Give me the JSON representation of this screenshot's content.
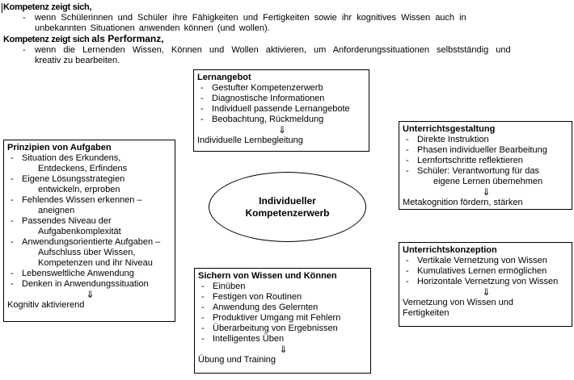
{
  "page": {
    "background_color": "#ffffff",
    "text_color": "#000000",
    "border_color": "#000000"
  },
  "bullet_glyph": "-",
  "arrow_glyph": "⇓",
  "intro": {
    "heading1": "Kompetenz zeigt sich,",
    "bullet1_line1": "wenn Schülerinnen und Schüler ihre Fähigkeiten und Fertigkeiten sowie ihr kognitives Wissen auch in",
    "bullet1_line2": "unbekannten Situationen anwenden können (und wollen).",
    "heading2_prefix": "Kompetenz zeigt sich ",
    "heading2_emph": "als Performanz,",
    "bullet2_line1": "wenn die Lernenden Wissen, Können und Wollen aktivieren, um Anforderungssituationen selbstständig und",
    "bullet2_line2": "kreativ zu bearbeiten."
  },
  "center": {
    "line1": "Individueller",
    "line2": "Kompetenzerwerb"
  },
  "boxes": [
    {
      "id": "lernangebot",
      "title": "Lernangebot",
      "items": [
        {
          "lines": [
            "Gestufter Kompetenzerwerb"
          ]
        },
        {
          "lines": [
            "Diagnostische Informationen"
          ]
        },
        {
          "lines": [
            "Individuell passende Lernangebote"
          ]
        },
        {
          "lines": [
            "Beobachtung, Rückmeldung"
          ]
        }
      ],
      "arrow": "⇓",
      "footer_lines": [
        "Individuelle Lernbegleitung"
      ]
    },
    {
      "id": "prinzipien",
      "title": "Prinzipien von Aufgaben",
      "items": [
        {
          "lines": [
            "Situation des Erkundens,",
            "Entdeckens, Erfindens"
          ]
        },
        {
          "lines": [
            "Eigene Lösungsstrategien",
            "entwickeln, erproben"
          ]
        },
        {
          "lines": [
            "Fehlendes Wissen erkennen –",
            "aneignen"
          ]
        },
        {
          "lines": [
            "Passendes Niveau der",
            "Aufgabenkomplexität"
          ]
        },
        {
          "lines": [
            "Anwendungsorientierte Aufgaben –",
            "Aufschluss über Wissen,",
            "Kompetenzen und ihr Niveau"
          ]
        },
        {
          "lines": [
            "Lebensweltliche Anwendung"
          ]
        },
        {
          "lines": [
            "Denken in Anwendungssituation"
          ]
        }
      ],
      "arrow": "⇓",
      "footer_lines": [
        "Kognitiv aktivierend"
      ]
    },
    {
      "id": "gestaltung",
      "title": "Unterrichtsgestaltung",
      "items": [
        {
          "lines": [
            "Direkte Instruktion"
          ]
        },
        {
          "lines": [
            "Phasen individueller Bearbeitung"
          ]
        },
        {
          "lines": [
            "Lernfortschritte reflektieren"
          ]
        },
        {
          "lines": [
            "Schüler: Verantwortung für das",
            "eigene Lernen übernehmen"
          ]
        }
      ],
      "arrow": "⇓",
      "footer_lines": [
        "Metakognition fördern, stärken"
      ]
    },
    {
      "id": "konzeption",
      "title": "Unterrichtskonzeption",
      "items": [
        {
          "lines": [
            "Vertikale Vernetzung von Wissen"
          ]
        },
        {
          "lines": [
            "Kumulatives Lernen ermöglichen"
          ]
        },
        {
          "lines": [
            "Horizontale Vernetzung von Wissen"
          ]
        }
      ],
      "arrow": "⇓",
      "footer_lines": [
        "Vernetzung von Wissen und",
        "Fertigkeiten"
      ]
    },
    {
      "id": "sichern",
      "title": "Sichern von Wissen und Können",
      "items": [
        {
          "lines": [
            "Einüben"
          ]
        },
        {
          "lines": [
            "Festigen von Routinen"
          ]
        },
        {
          "lines": [
            "Anwendung des Gelernten"
          ]
        },
        {
          "lines": [
            "Produktiver Umgang mit Fehlern"
          ]
        },
        {
          "lines": [
            "Überarbeitung von Ergebnissen"
          ]
        },
        {
          "lines": [
            "Intelligentes Üben"
          ]
        }
      ],
      "arrow": "⇓",
      "footer_lines": [
        "Übung und Training"
      ]
    }
  ]
}
